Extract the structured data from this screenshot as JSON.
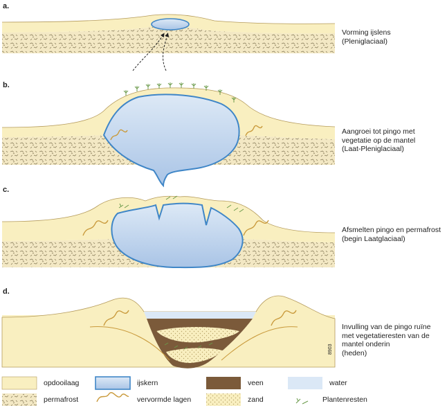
{
  "panels": [
    {
      "letter": "a.",
      "caption": [
        "Vorming ijslens",
        "(Pleniglaciaal)"
      ]
    },
    {
      "letter": "b.",
      "caption": [
        "Aangroei tot pingo met",
        "vegetatie op de mantel",
        "(Laat-Pleniglaciaal)"
      ]
    },
    {
      "letter": "c.",
      "caption": [
        "Afsmelten pingo en permafrost",
        "(begin Laatglaciaal)"
      ]
    },
    {
      "letter": "d.",
      "caption": [
        "Invulling van de pingo ruïne",
        "met vegetatieresten van de",
        "mantel onderin",
        "(heden)"
      ]
    }
  ],
  "legend": [
    {
      "key": "opdooilaag",
      "label": "opdooilaag"
    },
    {
      "key": "ijskern",
      "label": "ijskern"
    },
    {
      "key": "veen",
      "label": "veen"
    },
    {
      "key": "water",
      "label": "water"
    },
    {
      "key": "permafrost",
      "label": "permafrost"
    },
    {
      "key": "vervormde",
      "label": "vervormde lagen"
    },
    {
      "key": "zand",
      "label": "zand"
    },
    {
      "key": "planten",
      "label": "Plantenresten"
    }
  ],
  "figure_number": "8903",
  "colors": {
    "opdooilaag": "#f9efc0",
    "permafrost_base": "#f3e8c4",
    "permafrost_texture": "#8a7e5c",
    "ijskern_fill": "#bcd3ec",
    "ijskern_edge": "#3f86c7",
    "veen": "#7b5a3a",
    "water": "#dbe8f6",
    "vervormde": "#c99a3c",
    "zand_dot": "#b9a56a",
    "plant": "#6a9a4a"
  }
}
